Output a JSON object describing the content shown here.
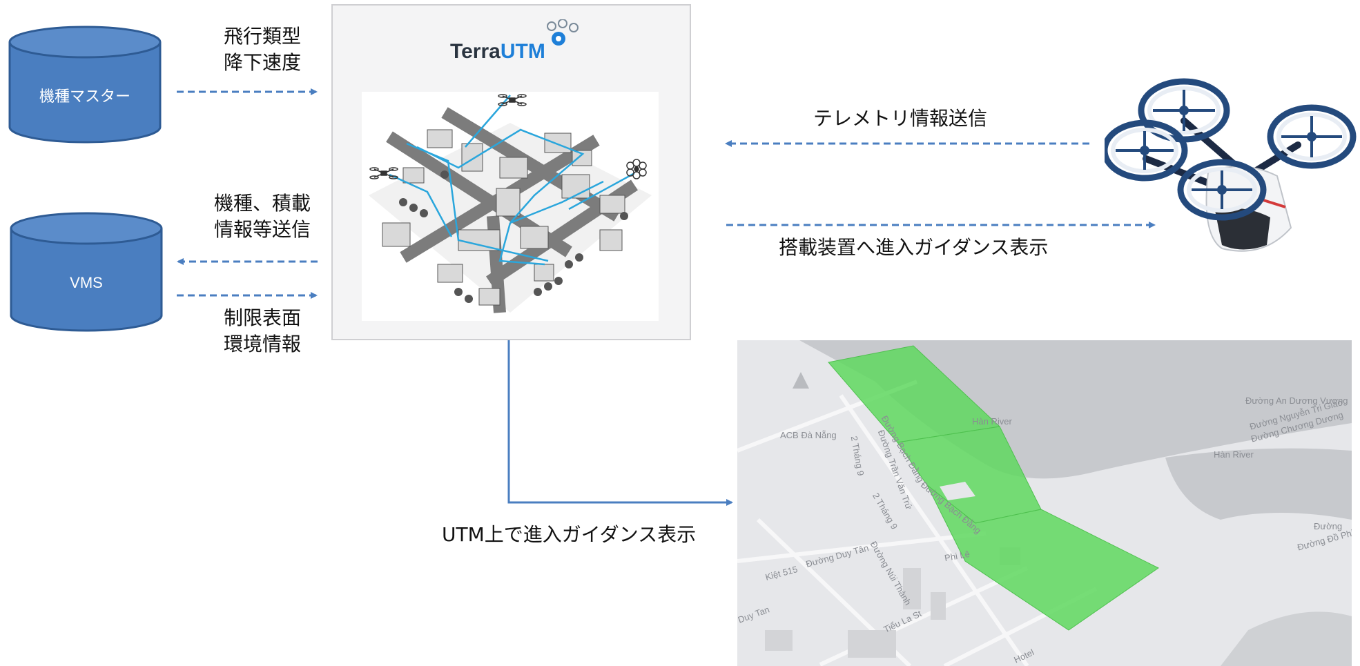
{
  "databases": {
    "master": {
      "label": "機種マスター"
    },
    "vms": {
      "label": "VMS"
    }
  },
  "brand": {
    "part1": "Terra",
    "part2": "UTM"
  },
  "flows": {
    "flight_type": [
      "飛行類型",
      "降下速度"
    ],
    "aircraft_info": [
      "機種、積載",
      "情報等送信"
    ],
    "restriction": [
      "制限表面",
      "環境情報"
    ],
    "telemetry": "テレメトリ情報送信",
    "onboard_guidance": "搭載装置へ進入ガイダンス表示",
    "utm_guidance": "UTM上で進入ガイダンス表示"
  },
  "map": {
    "labels": [
      "Hàn River",
      "Hàn River",
      "Đường Bạch Đằng",
      "Đường Trần Văn Trứ",
      "2 Tháng 9",
      "2 Tháng 9",
      "Đường Duy Tân",
      "Đường Núi Thành",
      "Tiểu La St",
      "Duy Tan",
      "Kiệt 515",
      "Phi Lê",
      "Đường Bạch Đằng",
      "Đường Nguyễn Tri Giáo",
      "Đường Chương Dương",
      "Đường An Dương Vương",
      "Đường Đồ Phi",
      "Đường",
      "ACB Đà Nẵng",
      "Hotel"
    ]
  },
  "colors": {
    "db_fill": "#4a7ec0",
    "db_stroke": "#2e5b94",
    "arrow": "#4a7ec0",
    "corridor": "#5fd85f",
    "brand_blue": "#1e7fd8"
  }
}
